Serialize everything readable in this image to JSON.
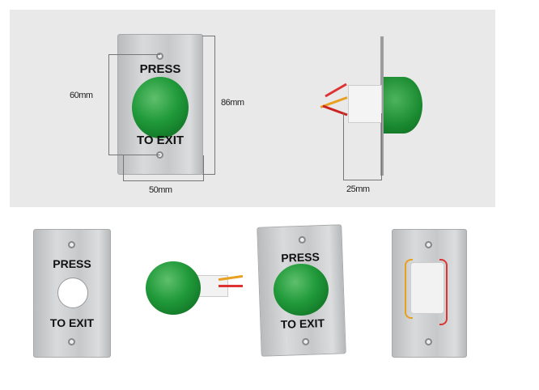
{
  "plate_text": {
    "top": "PRESS",
    "bottom": "TO EXIT"
  },
  "dimensions": {
    "height_hole": "60mm",
    "height_plate": "86mm",
    "width_plate": "50mm",
    "depth": "25mm"
  },
  "colors": {
    "button": "#209a3a",
    "steel": "#c9cbcd",
    "panel": "#e9e9e9"
  }
}
